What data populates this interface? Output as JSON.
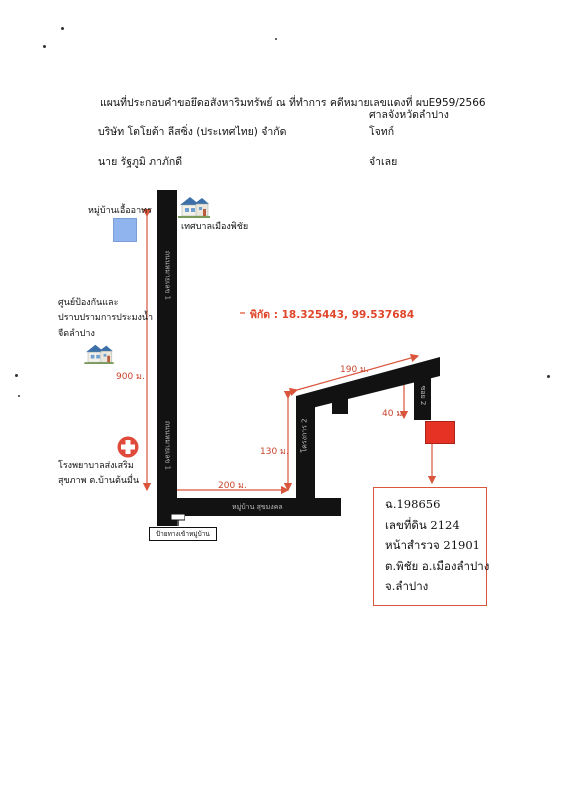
{
  "header": {
    "line1": "แผนที่ประกอบคำขอยึดอสังหาริมทรัพย์ ณ ที่ทำการ คดีหมายเลขแดงที่ ผบE959/2566",
    "court": "ศาลจังหวัดลำปาง",
    "plaintiff": "บริษัท โตโยต้า ลีสซิ่ง (ประเทศไทย) จำกัด",
    "plaintiff_role": "โจทก์",
    "defendant": "นาย รัฐภูมิ ภาภักดี",
    "defendant_role": "จำเลย"
  },
  "map": {
    "landmarks": {
      "village_top": "หมู่บ้านเอื้ออาทร",
      "municipality": "เทศบาลเมืองพิชัย",
      "center_line1": "ศูนย์ป้องกันและ",
      "center_line2": "ปราบปรามการประมงน้ำ",
      "center_line3": "จืดลำปาง",
      "hospital_line1": "โรงพยาบาลส่งเสริม",
      "hospital_line2": "สุขภาพ ต.บ้านต้นมื่น"
    },
    "roads": {
      "main_road_upper": "ถนนหมายเลข 1",
      "main_road_lower": "ถนนหมายเลข 1",
      "village_road": "หมู่บ้าน สุขมงคล",
      "alley_2": "โครงการ 2",
      "lane_2": "ซอย 2"
    },
    "village_sign": "ป้ายทางเข้าหมู่บ้าน",
    "coordinates": "พิกัด : 18.325443, 99.537684",
    "distances": {
      "d900": "900 ม.",
      "d200": "200 ม.",
      "d130": "130 ม.",
      "d190": "190 ม.",
      "d40": "40 ม."
    }
  },
  "property": {
    "deed": "ฉ.198656",
    "land_no": "เลขที่ดิน 2124",
    "survey_page": "หน้าสำรวจ 21901",
    "location": "ต.พิชัย อ.เมืองลำปาง",
    "province": "จ.ลำปาง"
  },
  "colors": {
    "annotation": "#d9553c",
    "road": "#121212",
    "property_marker": "#e53224",
    "village_marker": "#8fb4ee"
  }
}
